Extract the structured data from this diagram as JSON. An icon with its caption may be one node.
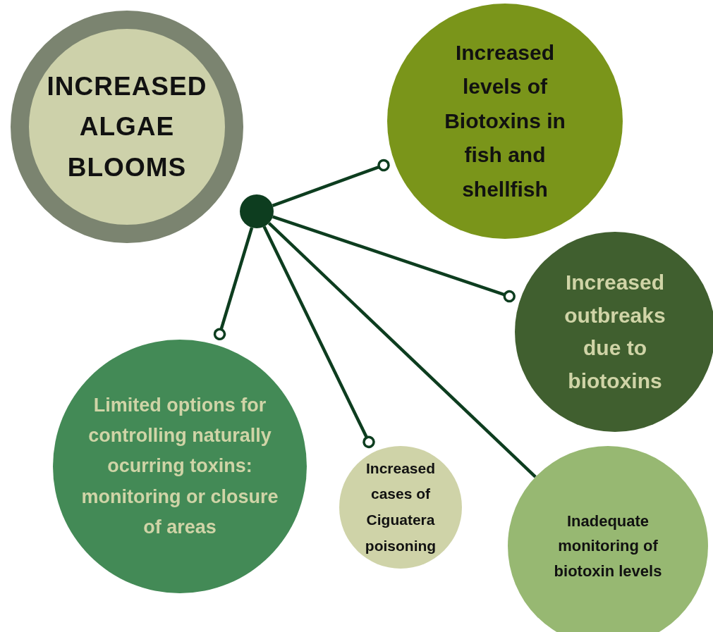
{
  "diagram": {
    "nodes": [
      {
        "text": [
          "INCREASED ALGAE BLOOMS"
        ]
      },
      {
        "text": [
          "Increased levels of Biotoxins in fish and shellfish"
        ]
      },
      {
        "text": [
          "Increased outbreaks due to biotoxins"
        ]
      },
      {
        "text": [
          "Limited options for controlling naturally ocurring toxins: monitoring or closure of areas"
        ]
      },
      {
        "text": [
          "Increased cases of Ciguatera poisoning"
        ]
      },
      {
        "text": [
          "Inadequate monitoring of biotoxin levels"
        ]
      },
      {
        "text": [],
        "shape": "circle"
      }
    ],
    "edges": [
      {
        "from": 6,
        "to": 1,
        "arrow": "other"
      },
      {
        "from": 6,
        "to": 2,
        "arrow": "other"
      },
      {
        "from": 6,
        "to": 3,
        "arrow": "other"
      },
      {
        "from": 6,
        "to": 4,
        "arrow": "other"
      },
      {
        "from": 6,
        "to": 5,
        "arrow": "none"
      }
    ]
  }
}
